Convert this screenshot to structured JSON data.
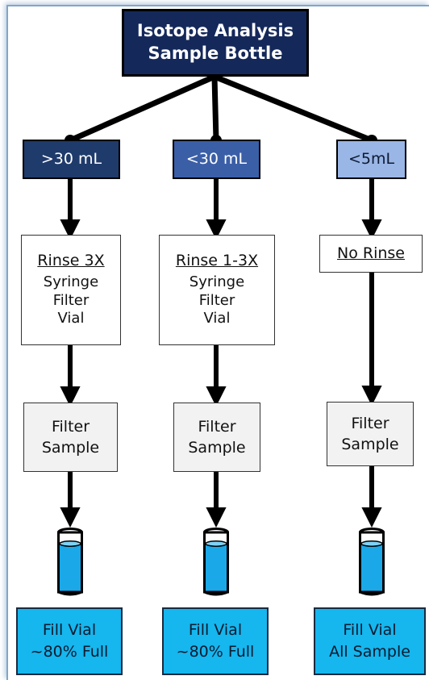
{
  "title": {
    "line1": "Isotope Analysis",
    "line2": "Sample Bottle"
  },
  "columns": [
    {
      "volume": ">30 mL",
      "rinse_heading": "Rinse 3X",
      "rinse_items": [
        "Syringe",
        "Filter",
        "Vial"
      ],
      "filter_line1": "Filter",
      "filter_line2": "Sample",
      "fill_line1": "Fill Vial",
      "fill_line2": "~80% Full"
    },
    {
      "volume": "<30 mL",
      "rinse_heading": "Rinse 1-3X",
      "rinse_items": [
        "Syringe",
        "Filter",
        "Vial"
      ],
      "filter_line1": "Filter",
      "filter_line2": "Sample",
      "fill_line1": "Fill Vial",
      "fill_line2": "~80% Full"
    },
    {
      "volume": "<5mL",
      "rinse_heading": "No Rinse",
      "rinse_items": [],
      "filter_line1": "Filter",
      "filter_line2": "Sample",
      "fill_line1": "Fill Vial",
      "fill_line2": "All Sample"
    }
  ],
  "colors": {
    "title_bg": "#14285a",
    "volume_dark": "#1f3b6b",
    "volume_mid": "#3b5fa7",
    "volume_light": "#9ab6e6",
    "fill_bg": "#16b6ee",
    "vial_liquid": "#1aa8e8"
  },
  "icons": [
    "vial-icon"
  ]
}
